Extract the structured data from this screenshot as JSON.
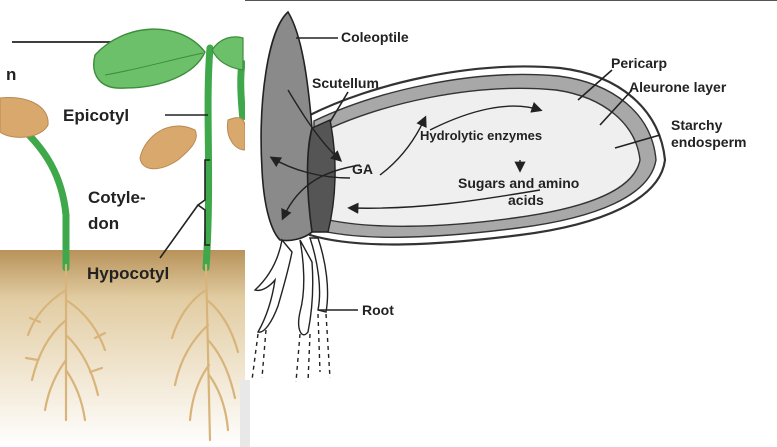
{
  "left_panel": {
    "partial_label": "n",
    "labels": {
      "epicotyl": "Epicotyl",
      "cotyledon_line1": "Cotyle-",
      "cotyledon_line2": "don",
      "hypocotyl": "Hypocotyl"
    }
  },
  "right_panel": {
    "labels": {
      "coleoptile": "Coleoptile",
      "scutellum": "Scutellum",
      "pericarp": "Pericarp",
      "aleurone": "Aleurone layer",
      "starchy_line1": "Starchy",
      "starchy_line2": "endosperm",
      "hydrolytic": "Hydrolytic enzymes",
      "ga": "GA",
      "sugars_line1": "Sugars and amino",
      "sugars_line2": "acids",
      "root": "Root"
    }
  },
  "colors": {
    "leaf_green": "#6cc06a",
    "stem_green": "#3fa84a",
    "soil": "#c9a66b",
    "root_tan": "#d8b47a",
    "cotyledon": "#d9a86c",
    "embryo_gray": "#8a8a8a",
    "scutellum_dark": "#555555",
    "aleurone_gray": "#a8a8a8",
    "endosperm": "#efefef"
  }
}
